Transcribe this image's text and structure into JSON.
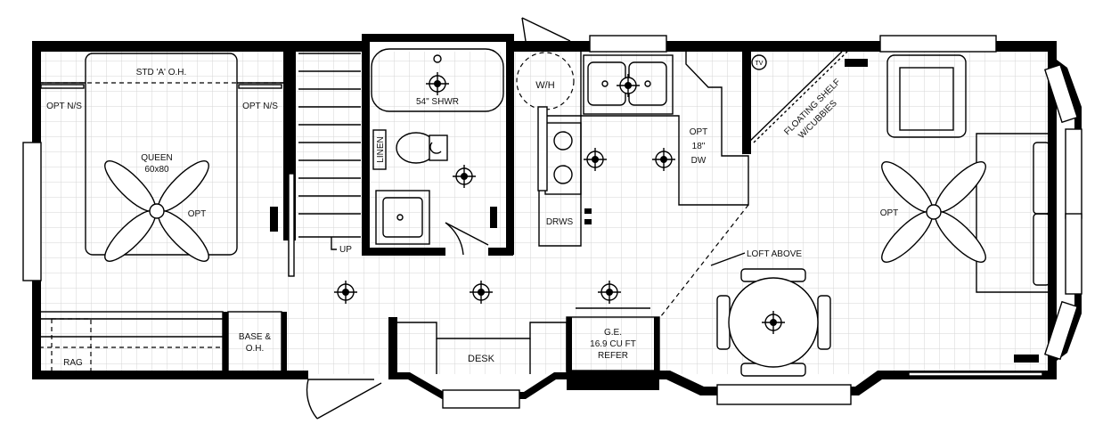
{
  "labels": {
    "bed_overhead": "STD 'A' O.H.",
    "opt_ns_left": "OPT N/S",
    "opt_ns_right": "OPT N/S",
    "bed_name": "QUEEN",
    "bed_size": "60x80",
    "bed_fan_opt": "OPT",
    "shower": "54\" SHWR",
    "linen": "LINEN",
    "water_heater": "W/H",
    "dw_opt": "OPT",
    "dw_size": "18\"",
    "dw": "DW",
    "drawers": "DRWS",
    "tv": "TV",
    "shelf_line1": "FLOATING SHELF",
    "shelf_line2": "W/CUBBIES",
    "living_fan_opt": "OPT",
    "stairs_up": "UP",
    "loft_above": "LOFT ABOVE",
    "rag": "RAG",
    "base_line1": "BASE &",
    "base_line2": "O.H.",
    "desk": "DESK",
    "fridge_line1": "G.E.",
    "fridge_line2": "16.9 CU FT",
    "fridge_line3": "REFER"
  }
}
